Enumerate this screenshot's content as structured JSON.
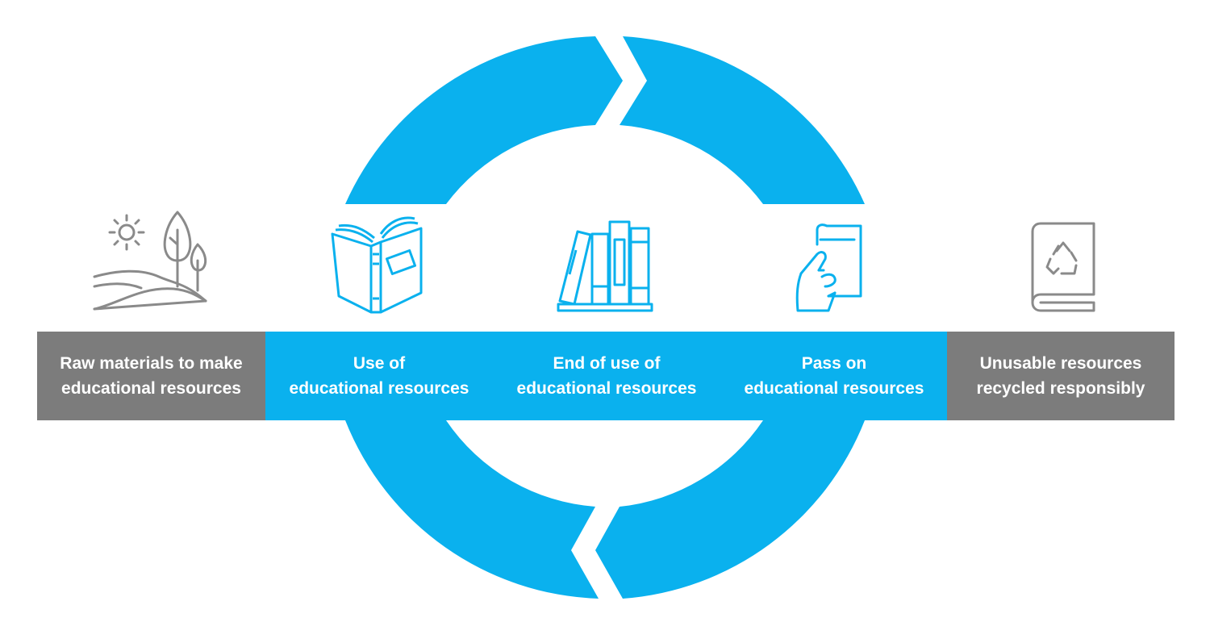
{
  "colors": {
    "accent_blue": "#0ab1ee",
    "band_gray": "#7c7c7c",
    "icon_gray": "#8a8a8a",
    "text_white": "#ffffff"
  },
  "stages": [
    {
      "label": "Raw materials to make\neducational resources",
      "icon": "landscape-trees-sun-icon",
      "style": "gray"
    },
    {
      "label": "Use of\neducational resources",
      "icon": "open-book-icon",
      "style": "blue"
    },
    {
      "label": "End of use of\neducational resources",
      "icon": "books-on-shelf-icon",
      "style": "blue"
    },
    {
      "label": "Pass on\neducational resources",
      "icon": "hand-holding-book-icon",
      "style": "blue"
    },
    {
      "label": "Unusable resources\nrecycled responsibly",
      "icon": "recycle-book-icon",
      "style": "gray"
    }
  ],
  "cycle": {
    "arrows": [
      "top-clockwise-arrow",
      "bottom-clockwise-arrow"
    ]
  }
}
